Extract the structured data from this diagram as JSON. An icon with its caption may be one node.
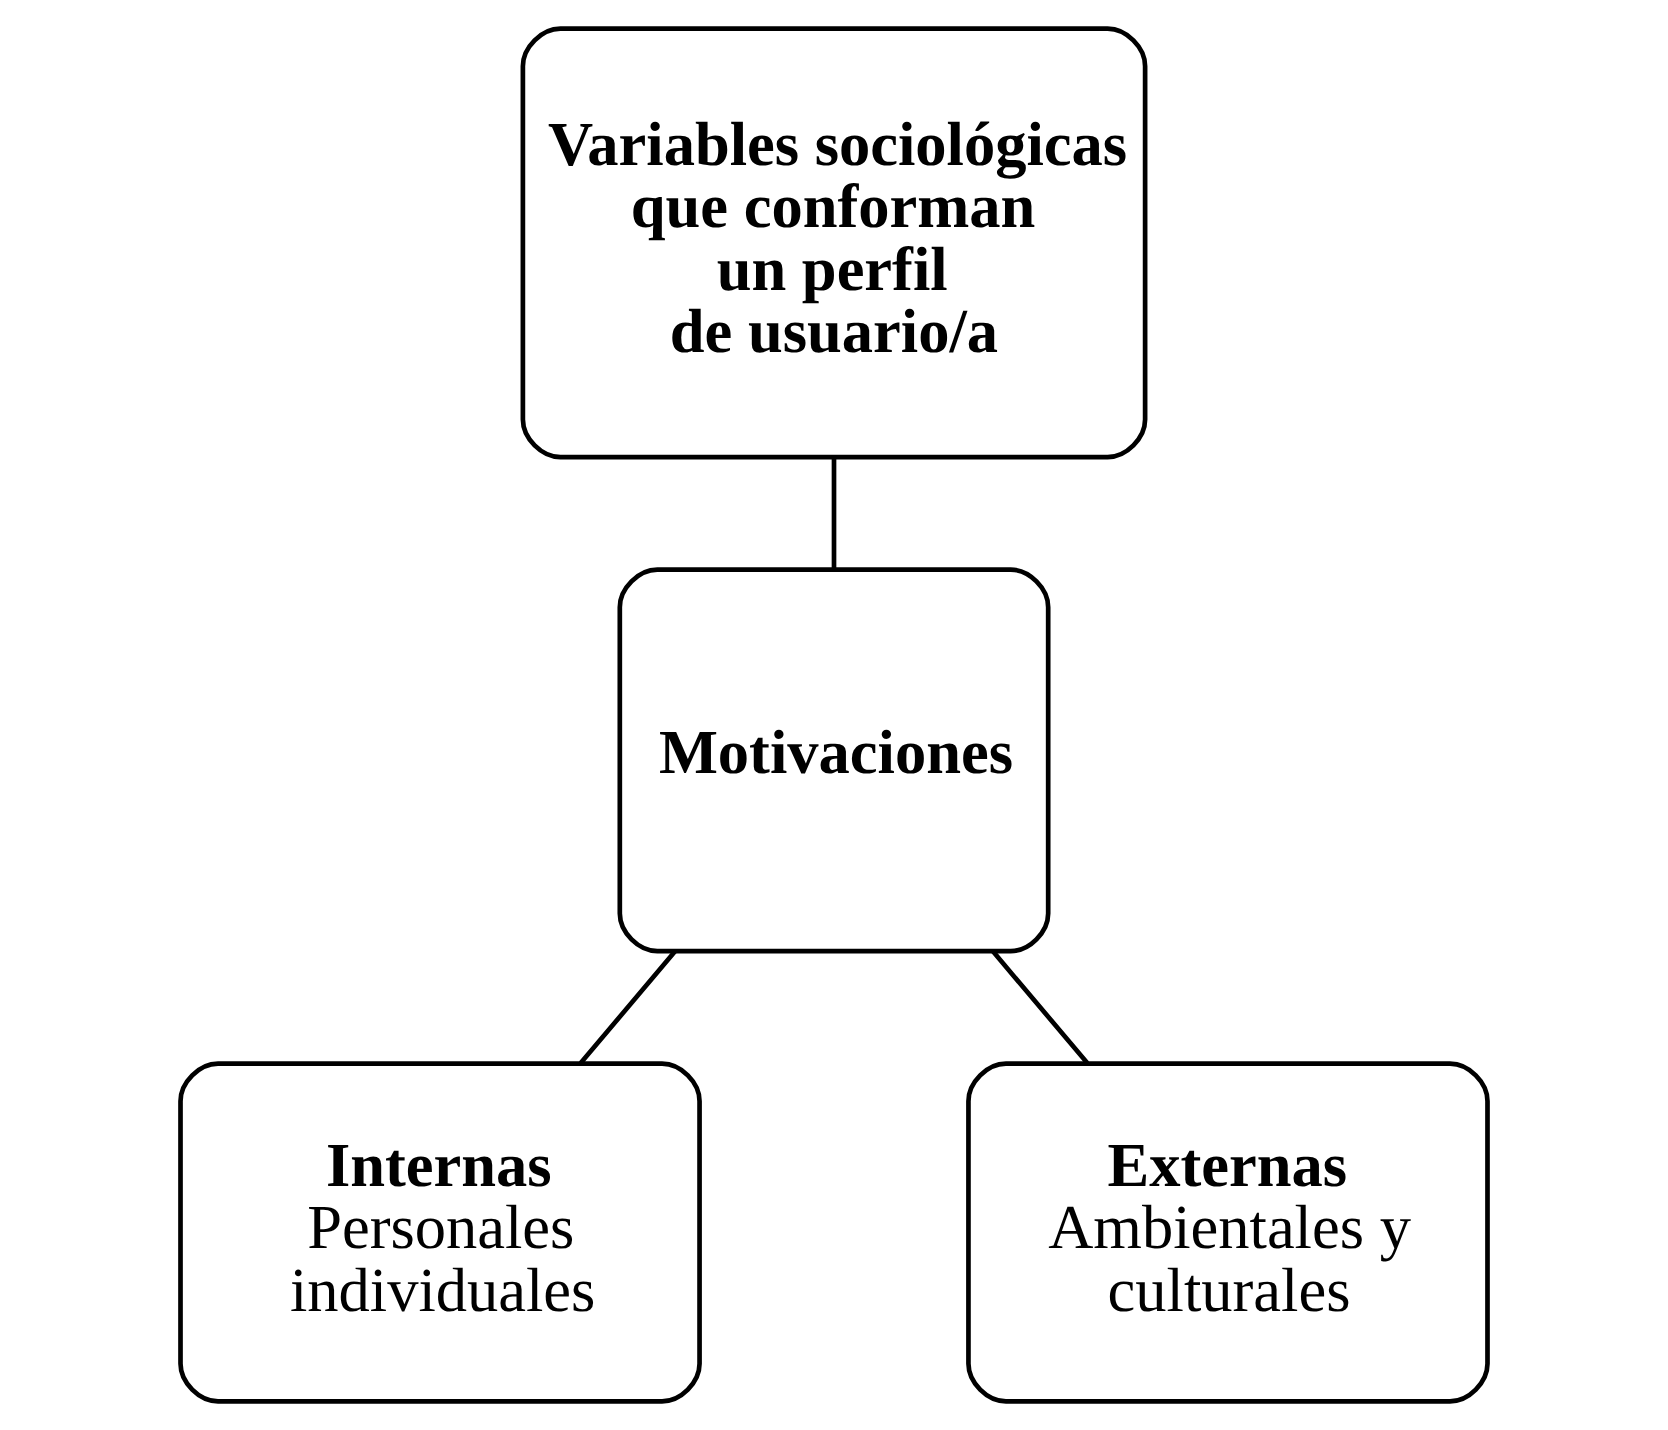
{
  "diagram": {
    "nodes": [
      {
        "text": [
          "Variables sociológicas que conforman un perfil de usuario/a"
        ]
      },
      {
        "text": [
          "Motivaciones"
        ]
      },
      {
        "text": [
          "Internas",
          "Personales individuales"
        ]
      },
      {
        "text": [
          "Externas",
          "Ambientales y culturales"
        ]
      }
    ],
    "edges": [
      {
        "from": 0,
        "to": 1,
        "arrow": "none"
      },
      {
        "from": 1,
        "to": 2,
        "arrow": "none"
      },
      {
        "from": 1,
        "to": 3,
        "arrow": "none"
      }
    ]
  }
}
